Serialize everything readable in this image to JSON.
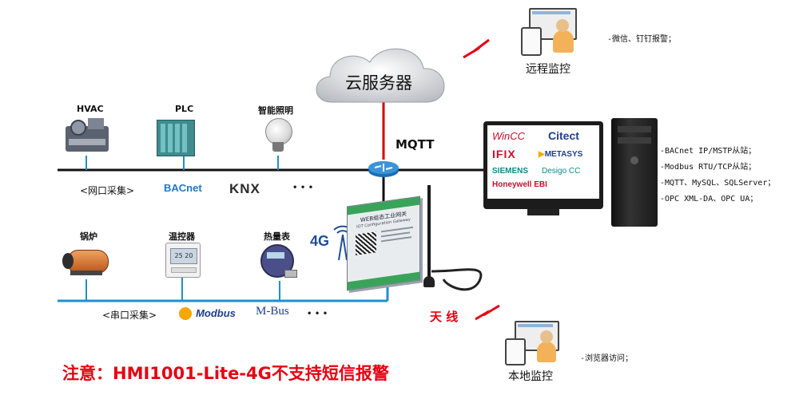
{
  "cloud": {
    "label": "云服务器"
  },
  "remote": {
    "label": "远程监控",
    "note": "-微信、钉钉报警；"
  },
  "local": {
    "label": "本地监控",
    "note": "-浏览器访问；"
  },
  "mqtt": {
    "label": "MQTT"
  },
  "ethernet_group": {
    "devices": [
      "HVAC",
      "PLC",
      "智能照明"
    ],
    "caption": "<网口采集>",
    "protocols": [
      "BACnet",
      "KNX"
    ],
    "more": "• • •"
  },
  "serial_group": {
    "devices": [
      "锅炉",
      "温控器",
      "热量表"
    ],
    "caption": "<串口采集>",
    "protocols": [
      "Modbus",
      "M-Bus"
    ],
    "more": "• • •"
  },
  "gateway": {
    "badge": "4G",
    "title": "WEB组态工业网关",
    "subtitle": "IOT Configuration Gateway"
  },
  "antenna": {
    "label": "天 线"
  },
  "thermostat_display": "25 20",
  "monitor_brands": [
    "WinCC",
    "Citect",
    "IFIX",
    "METASYS",
    "SIEMENS",
    "Desigo CC",
    "Honeywell EBI"
  ],
  "server_features": [
    "-BACnet IP/MSTP从站；",
    "-Modbus RTU/TCP从站；",
    "-MQTT、MySQL、SQLServer；",
    "-OPC XML-DA、OPC UA；"
  ],
  "notice": "注意：HMI1001-Lite-4G不支持短信报警",
  "colors": {
    "bus": "#1e8fd2",
    "red": "#e60012",
    "ethernet": "#111111"
  }
}
